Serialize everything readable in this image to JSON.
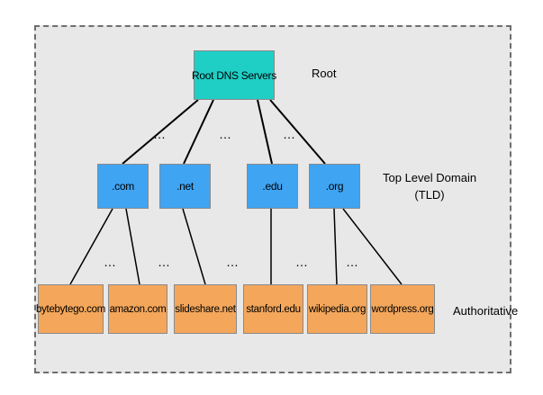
{
  "diagram": {
    "root": {
      "node": "Root DNS Servers",
      "level_label": "Root"
    },
    "tld": {
      "nodes": [
        ".com",
        ".net",
        ".edu",
        ".org"
      ],
      "level_label_line1": "Top Level Domain",
      "level_label_line2": "(TLD)"
    },
    "authoritative": {
      "nodes": [
        "bytebytego.com",
        "amazon.com",
        "slideshare.net",
        "stanford.edu",
        "wikipedia.org",
        "wordpress.org"
      ],
      "level_label": "Authoritative"
    },
    "ellipsis": "…",
    "colors": {
      "root": "#1fcfc6",
      "tld": "#3fa4f2",
      "authoritative": "#f4a65a",
      "background": "#e8e8e8"
    }
  }
}
